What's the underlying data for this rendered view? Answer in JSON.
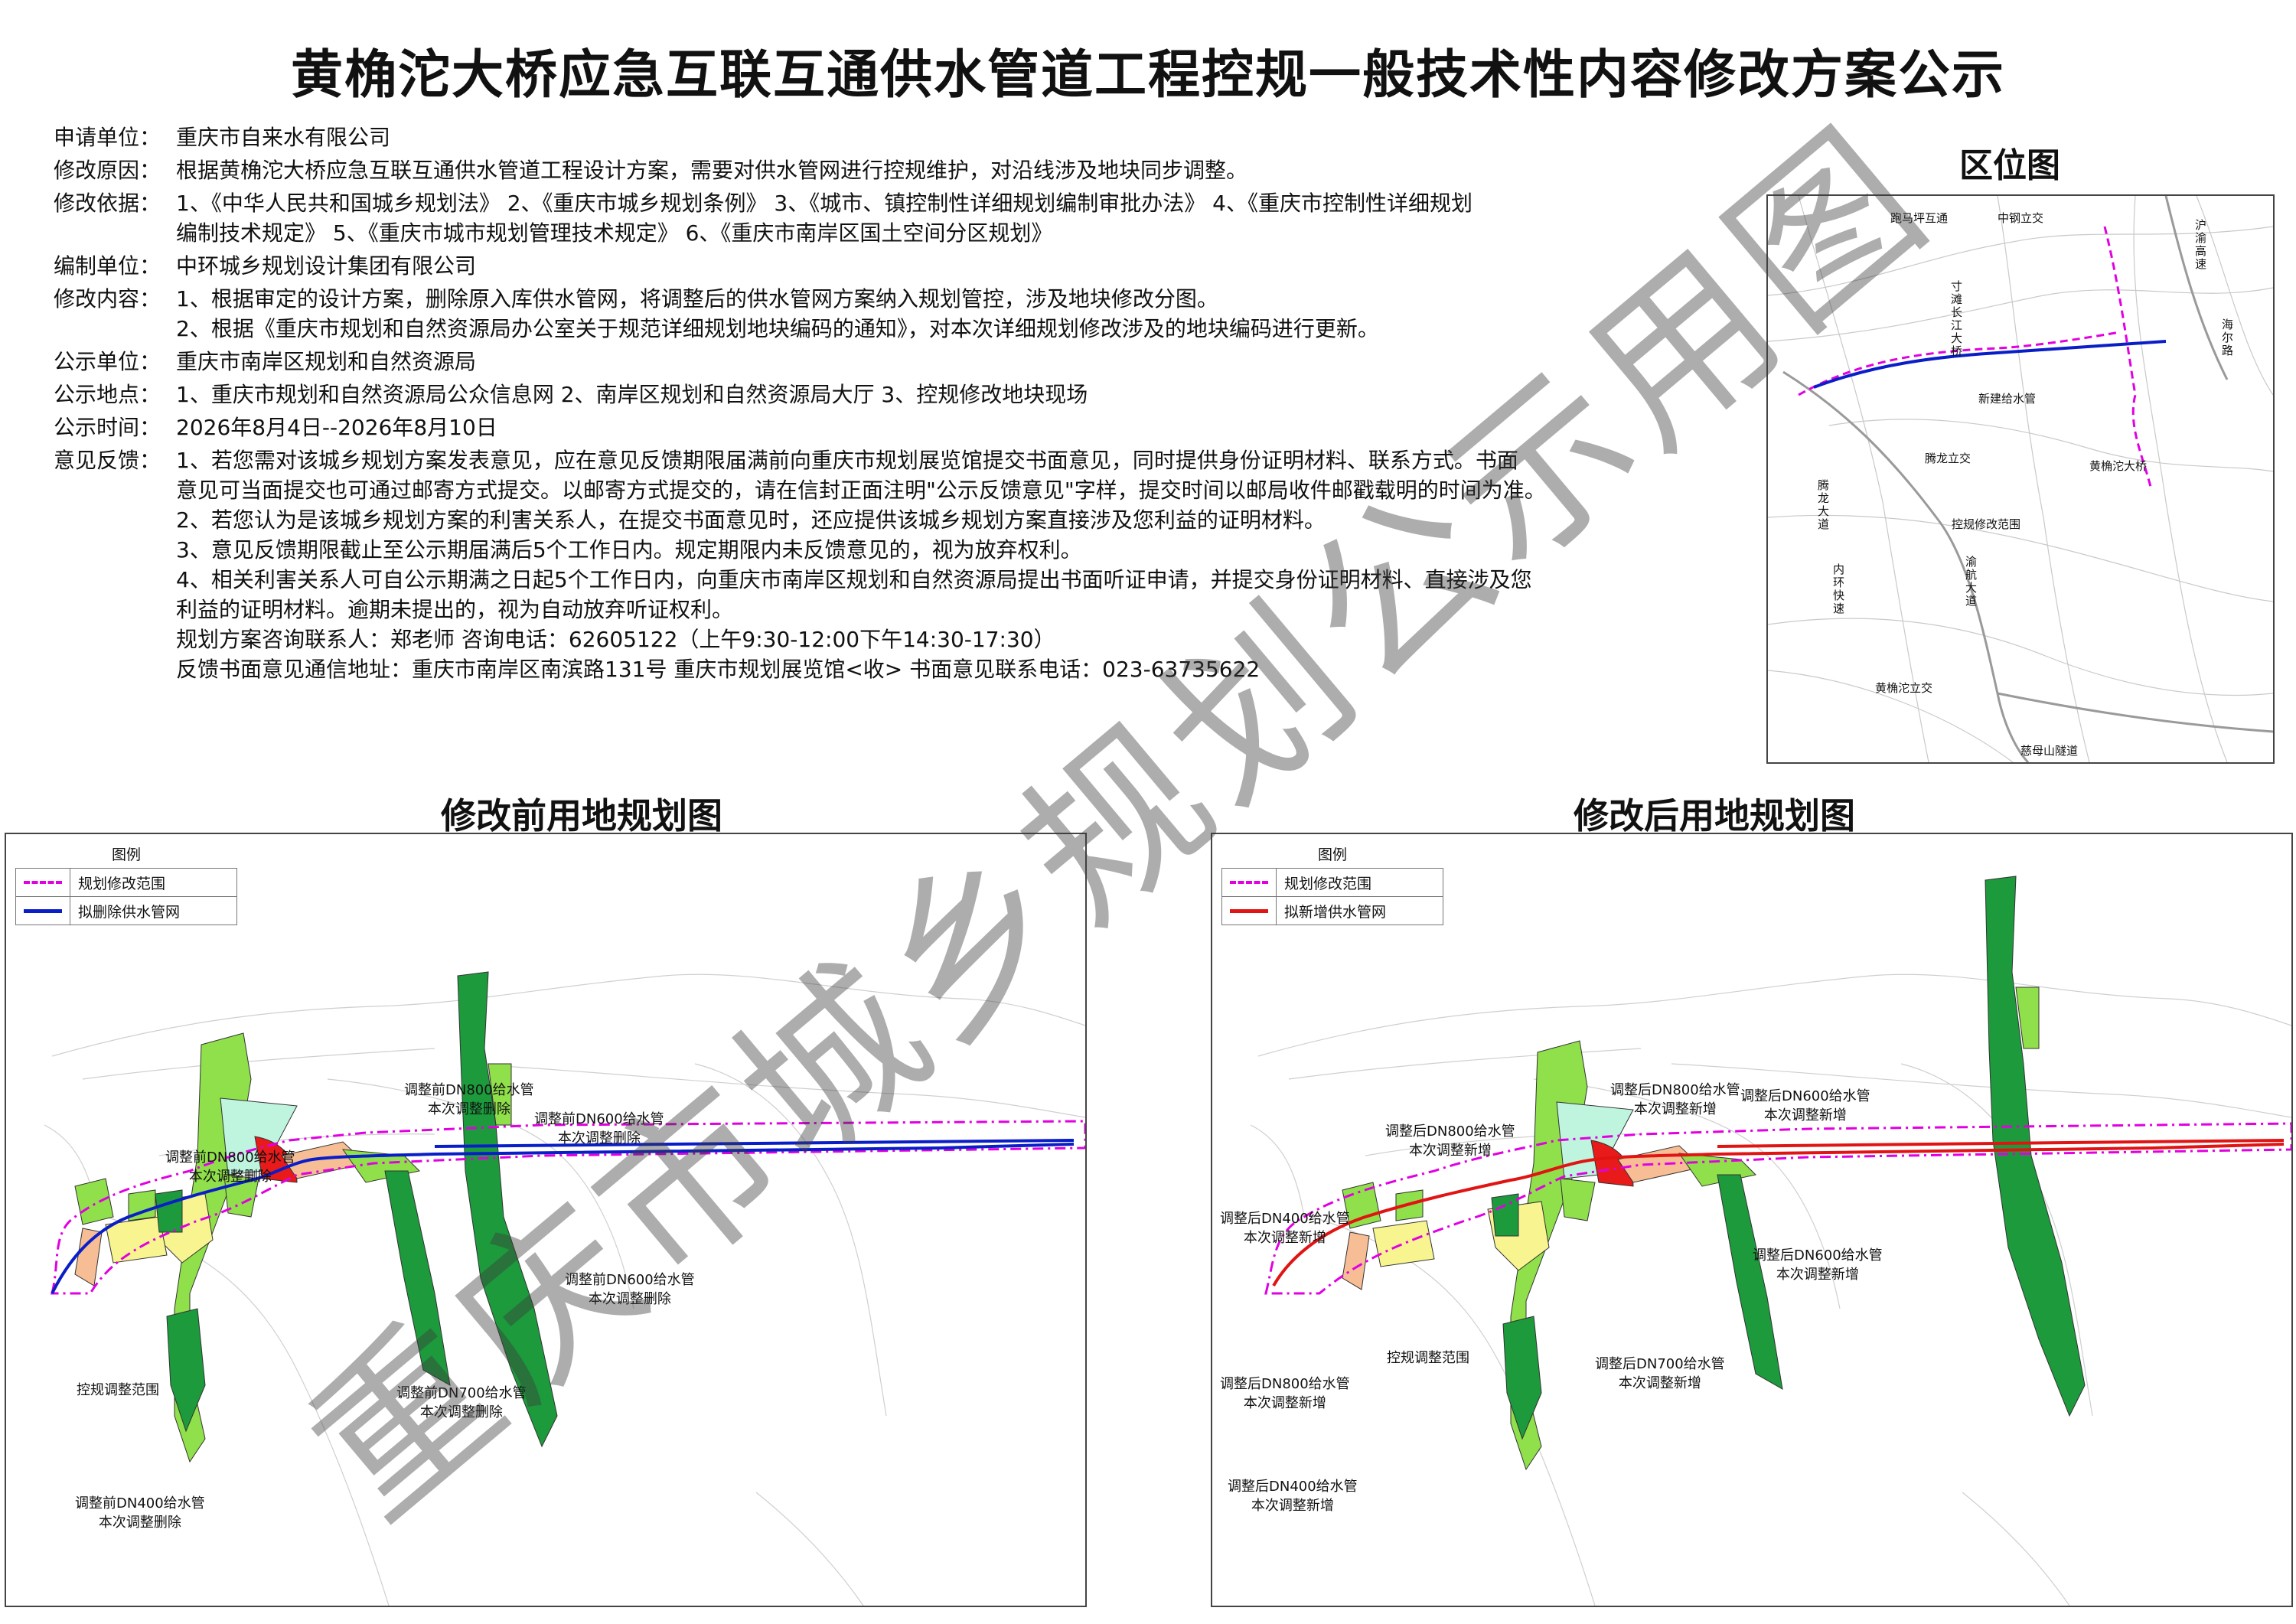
{
  "title": "黄桷沱大桥应急互联互通供水管道工程控规一般技术性内容修改方案公示",
  "info": {
    "applicant_label": "申请单位：",
    "applicant": "重庆市自来水有限公司",
    "reason_label": "修改原因：",
    "reason": "根据黄桷沱大桥应急互联互通供水管道工程设计方案，需要对供水管网进行控规维护，对沿线涉及地块同步调整。",
    "basis_label": "修改依据：",
    "basis_line1": "1、《中华人民共和国城乡规划法》   2、《重庆市城乡规划条例》   3、《城市、镇控制性详细规划编制审批办法》   4、《重庆市控制性详细规划",
    "basis_line2": "编制技术规定》      5、《重庆市城市规划管理技术规定》      6、《重庆市南岸区国土空间分区规划》",
    "compiler_label": "编制单位：",
    "compiler": "中环城乡规划设计集团有限公司",
    "content_label": "修改内容：",
    "content1": "1、根据审定的设计方案，删除原入库供水管网，将调整后的供水管网方案纳入规划管控，涉及地块修改分图。",
    "content2": "2、根据《重庆市规划和自然资源局办公室关于规范详细规划地块编码的通知》，对本次详细规划修改涉及的地块编码进行更新。",
    "publisher_label": "公示单位：",
    "publisher": "重庆市南岸区规划和自然资源局",
    "location_label": "公示地点：",
    "location": "1、重庆市规划和自然资源局公众信息网      2、南岸区规划和自然资源局大厅      3、控规修改地块现场",
    "time_label": "公示时间：",
    "time": "2026年8月4日--2026年8月10日",
    "feedback_label": "意见反馈：",
    "fb1a": "1、若您需对该城乡规划方案发表意见，应在意见反馈期限届满前向重庆市规划展览馆提交书面意见，同时提供身份证明材料、联系方式。书面",
    "fb1b": "意见可当面提交也可通过邮寄方式提交。以邮寄方式提交的，请在信封正面注明\"公示反馈意见\"字样，提交时间以邮局收件邮戳载明的时间为准。",
    "fb2": "2、若您认为是该城乡规划方案的利害关系人，在提交书面意见时，还应提供该城乡规划方案直接涉及您利益的证明材料。",
    "fb3": "3、意见反馈期限截止至公示期届满后5个工作日内。规定期限内未反馈意见的，视为放弃权利。",
    "fb4a": "4、相关利害关系人可自公示期满之日起5个工作日内，向重庆市南岸区规划和自然资源局提出书面听证申请，并提交身份证明材料、直接涉及您",
    "fb4b": "利益的证明材料。逾期未提出的，视为自动放弃听证权利。",
    "contact": "规划方案咨询联系人：郑老师         咨询电话：62605122（上午9:30-12:00下午14:30-17:30）",
    "address": "反馈书面意见通信地址：重庆市南岸区南滨路131号 重庆市规划展览馆<收>     书面意见联系电话：023-63735622"
  },
  "location_map": {
    "title": "区位图",
    "labels": {
      "paoma": "跑马坪互通",
      "zhonggang": "中钢立交",
      "huyu": "沪渝高速",
      "cuntan": "寸滩长江大桥",
      "haier": "海尔路",
      "xinjian": "新建给水管",
      "tenglong_jc": "腾龙立交",
      "huangjuetuo_bridge": "黄桷沱大桥",
      "tenglong_rd": "腾龙大道",
      "range": "控规修改范围",
      "inner_ring": "内环快速",
      "yuhang": "渝航大道",
      "huangjuetuo_jc": "黄桷沱立交",
      "cimu": "慈母山隧道"
    }
  },
  "before_map": {
    "title": "修改前用地规划图",
    "legend_title": "图例",
    "legend_range": "规划修改范围",
    "legend_pipe": "拟删除供水管网",
    "pipe_color": "#0a1ec8",
    "annotations": {
      "a1_l1": "调整前DN800给水管",
      "a1_l2": "本次调整删除",
      "a2_l1": "调整前DN600给水管",
      "a2_l2": "本次调整删除",
      "a3_l1": "调整前DN800给水管",
      "a3_l2": "本次调整删除",
      "a4_l1": "调整前DN600给水管",
      "a4_l2": "本次调整删除",
      "a5_l1": "调整前DN700给水管",
      "a5_l2": "本次调整删除",
      "a6_l1": "调整前DN400给水管",
      "a6_l2": "本次调整删除",
      "range": "控规调整范围"
    }
  },
  "after_map": {
    "title": "修改后用地规划图",
    "legend_title": "图例",
    "legend_range": "规划修改范围",
    "legend_pipe": "拟新增供水管网",
    "pipe_color": "#e11414",
    "annotations": {
      "b1_l1": "调整后DN800给水管",
      "b1_l2": "本次调整新增",
      "b2_l1": "调整后DN600给水管",
      "b2_l2": "本次调整新增",
      "b3_l1": "调整后DN800给水管",
      "b3_l2": "本次调整新增",
      "b4_l1": "调整后DN400给水管",
      "b4_l2": "本次调整新增",
      "b5_l1": "调整后DN600给水管",
      "b5_l2": "本次调整新增",
      "b6_l1": "调整后DN700给水管",
      "b6_l2": "本次调整新增",
      "b7_l1": "调整后DN800给水管",
      "b7_l2": "本次调整新增",
      "b8_l1": "调整后DN400给水管",
      "b8_l2": "本次调整新增",
      "range": "控规调整范围"
    }
  },
  "watermark": "重庆市城乡规划公示用图"
}
